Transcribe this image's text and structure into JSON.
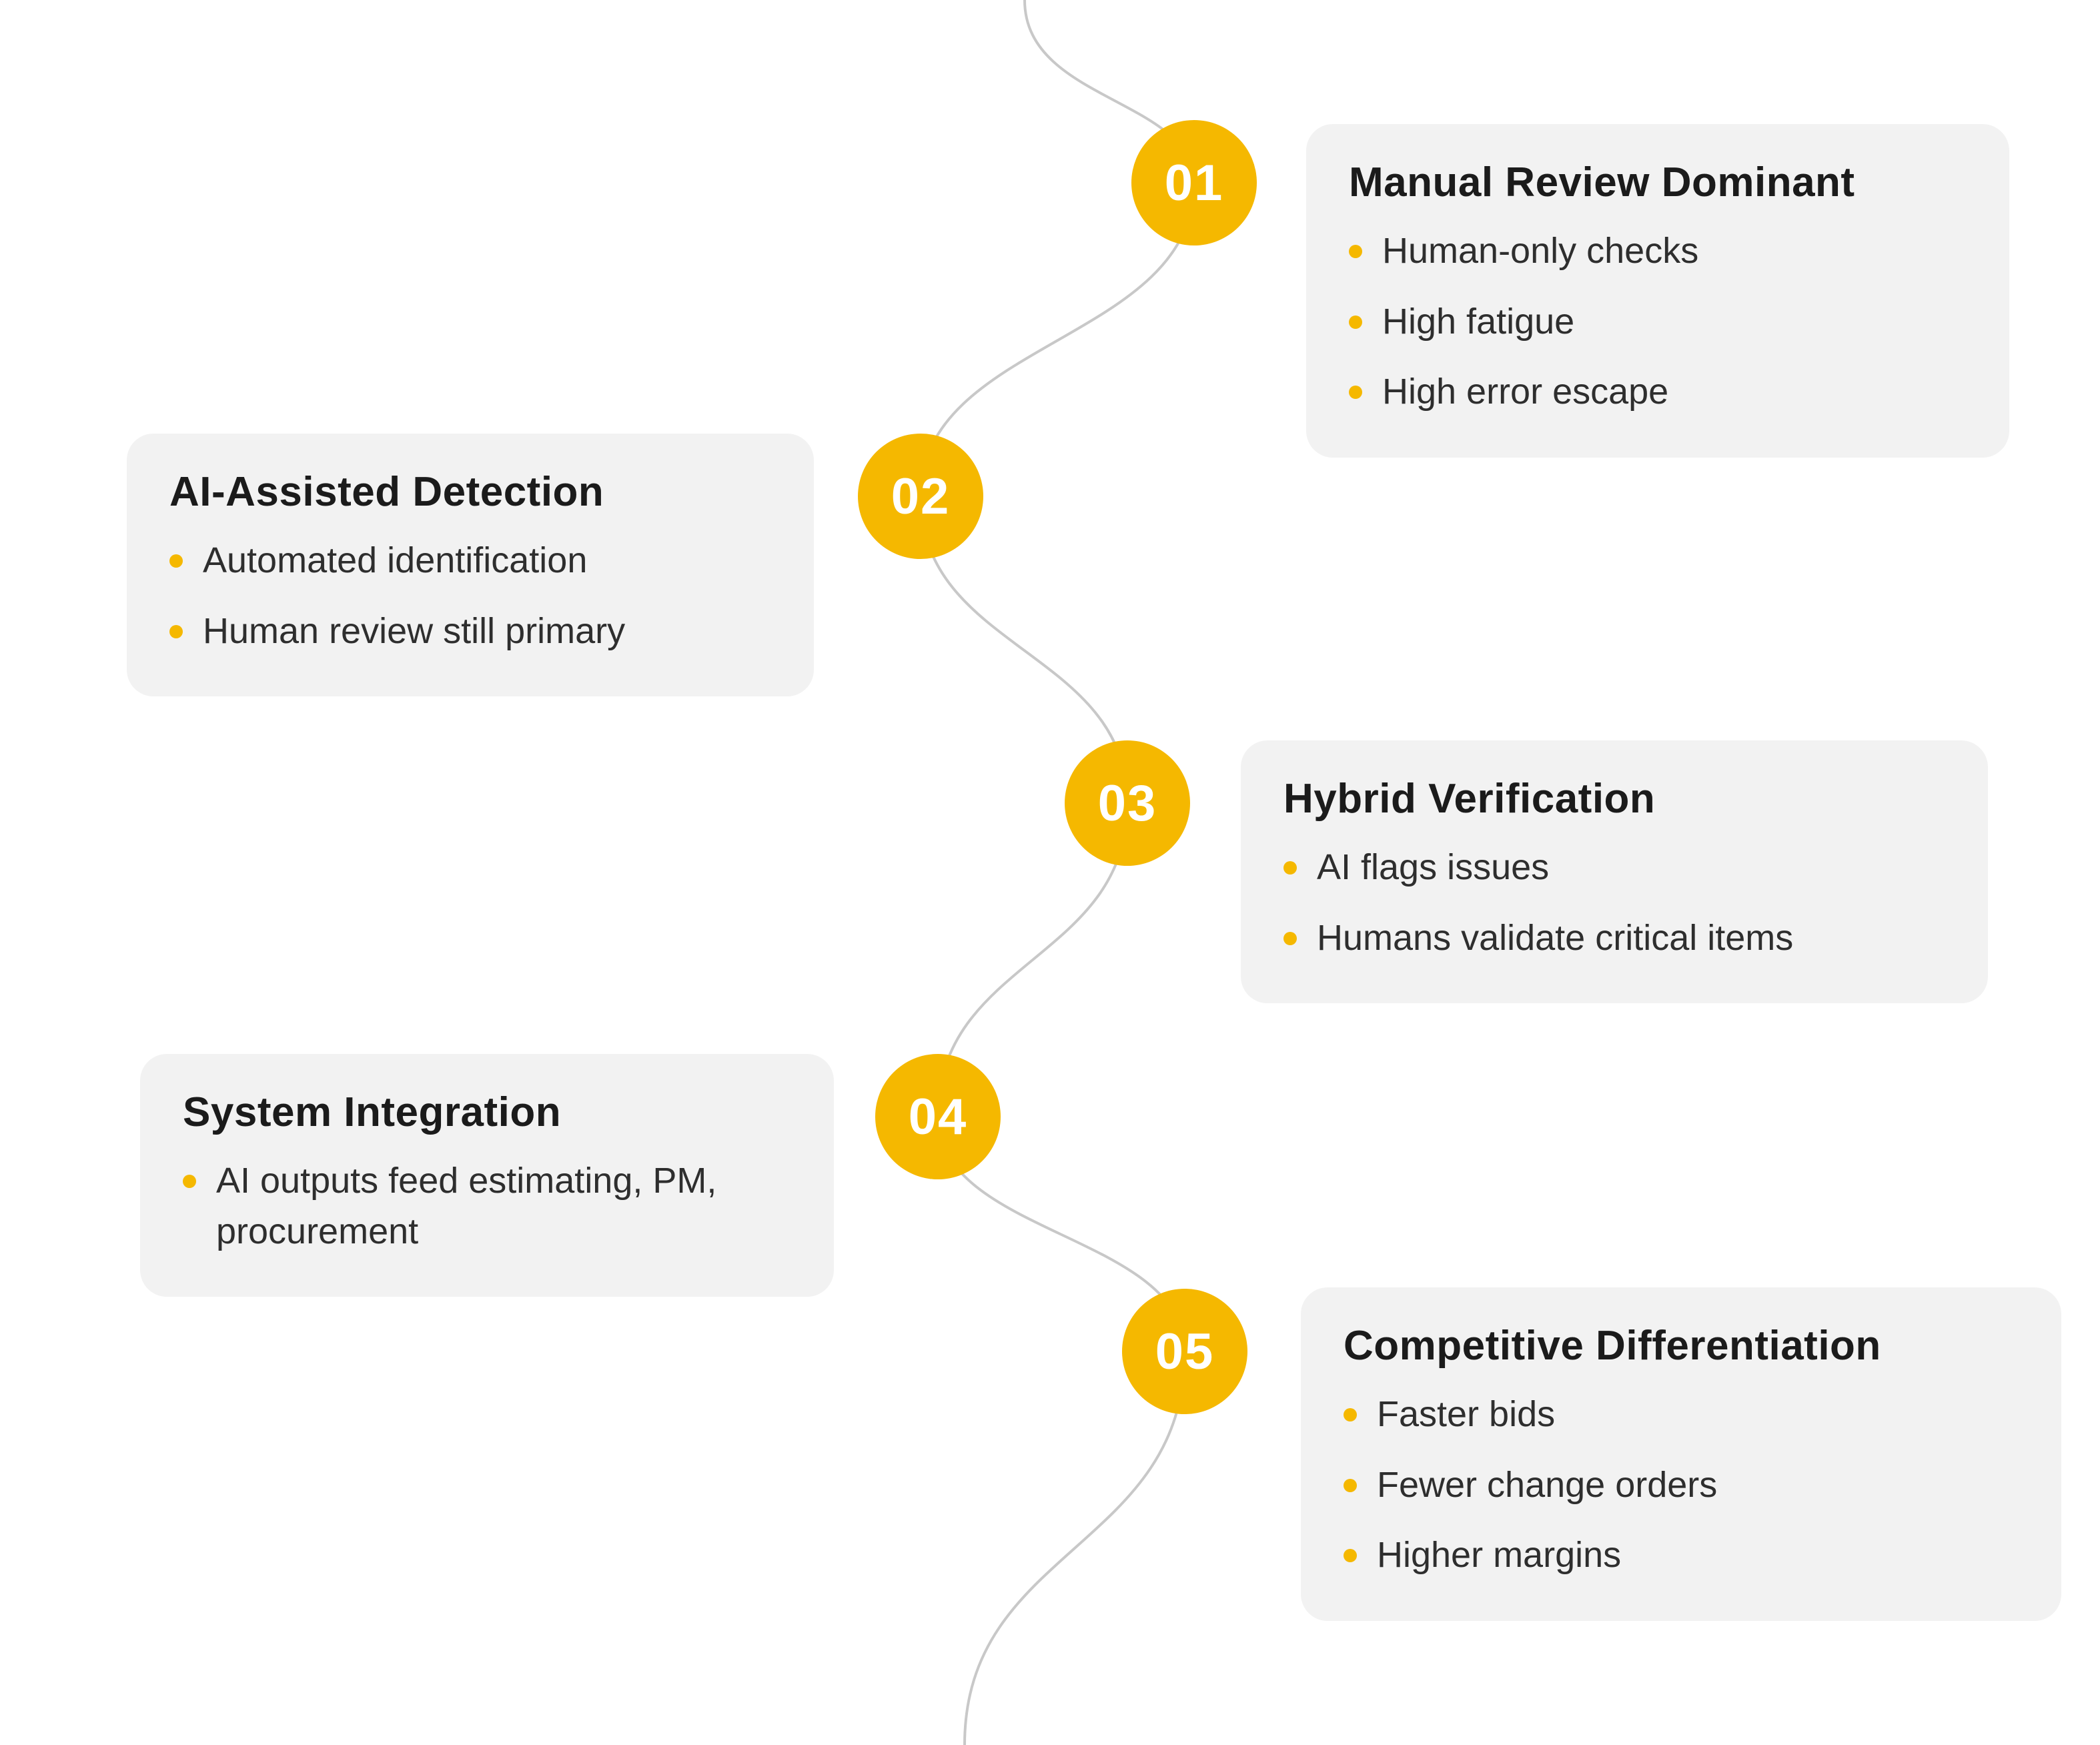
{
  "colors": {
    "accent": "#F5B800",
    "card_background": "#F2F2F2",
    "connector_line": "#C8C8C8",
    "title_text": "#1B1B1B",
    "body_text": "#2E2E2E",
    "badge_number_text": "#FFFFFF"
  },
  "steps": [
    {
      "number": "01",
      "side": "right",
      "title": "Manual Review Dominant",
      "bullets": [
        "Human-only checks",
        "High fatigue",
        "High error escape"
      ]
    },
    {
      "number": "02",
      "side": "left",
      "title": "AI-Assisted Detection",
      "bullets": [
        "Automated identification",
        "Human review still primary"
      ]
    },
    {
      "number": "03",
      "side": "right",
      "title": "Hybrid Verification",
      "bullets": [
        "AI flags issues",
        "Humans validate critical items"
      ]
    },
    {
      "number": "04",
      "side": "left",
      "title": "System Integration",
      "bullets": [
        "AI outputs feed estimating, PM, procurement"
      ]
    },
    {
      "number": "05",
      "side": "right",
      "title": "Competitive Differentiation",
      "bullets": [
        "Faster bids",
        "Fewer change orders",
        "Higher margins"
      ]
    }
  ]
}
